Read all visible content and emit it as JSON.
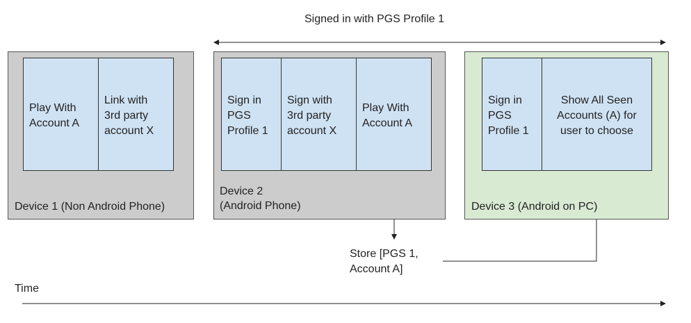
{
  "header_label": "Signed in with PGS Profile 1",
  "time_label": "Time",
  "store_label": "Store [PGS  1,\nAccount A]",
  "colors": {
    "device_gray": "#cccccc",
    "device_green": "#d9ead3",
    "step_blue": "#cfe2f3"
  },
  "devices": [
    {
      "label": "Device 1 (Non Android Phone)",
      "steps": [
        "Play With\nAccount A",
        "Link with\n3rd party\naccount X"
      ]
    },
    {
      "label": "Device 2\n(Android Phone)",
      "steps": [
        "Sign in\nPGS\nProfile 1",
        "Sign with\n3rd party\naccount X",
        "Play With\nAccount A"
      ]
    },
    {
      "label": "Device 3 (Android on PC)",
      "steps": [
        "Sign in\nPGS\nProfile 1",
        "Show All Seen\nAccounts (A) for\nuser to choose"
      ]
    }
  ]
}
